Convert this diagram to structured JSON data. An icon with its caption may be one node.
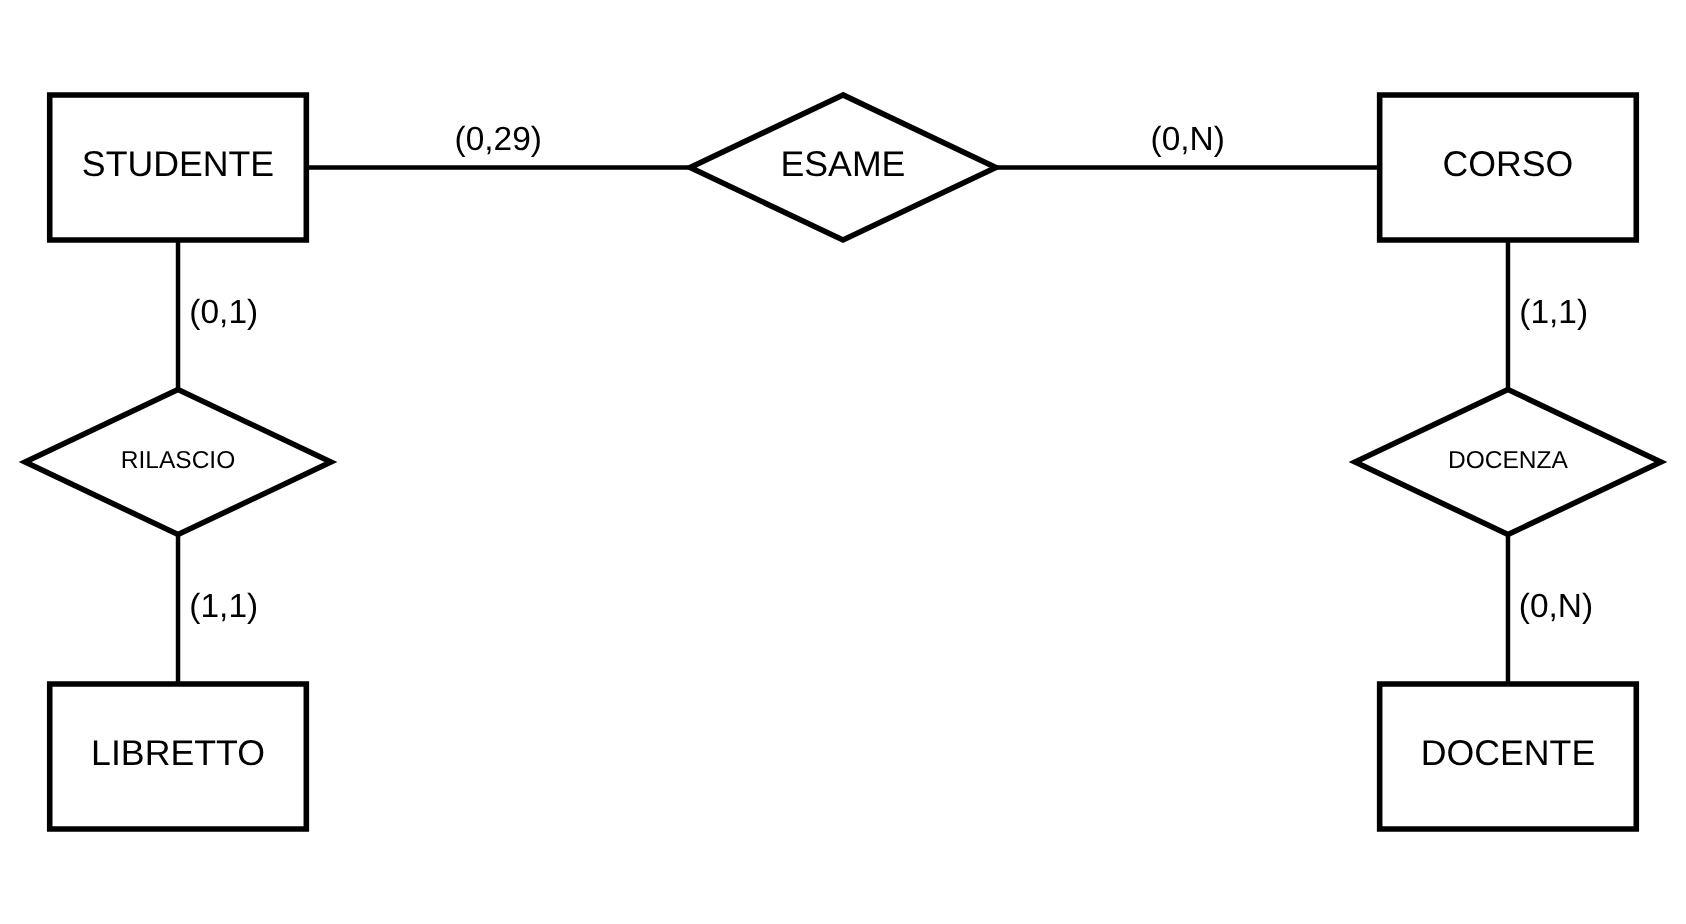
{
  "diagram": {
    "nodes": [
      {
        "text": [
          "STUDENTE"
        ]
      },
      {
        "text": [
          "ESAME"
        ]
      },
      {
        "text": [
          "CORSO"
        ]
      },
      {
        "text": [
          "RILASCIO"
        ]
      },
      {
        "text": [
          "DOCENZA"
        ]
      },
      {
        "text": [
          "LIBRETTO"
        ]
      },
      {
        "text": [
          "DOCENTE"
        ]
      }
    ],
    "edges": [
      {
        "from": 0,
        "to": 1,
        "arrow": "none",
        "label": "(0,29)"
      },
      {
        "from": 1,
        "to": 2,
        "arrow": "none",
        "label": "(0,N)"
      },
      {
        "from": 0,
        "to": 3,
        "arrow": "none",
        "label": "(0,1)"
      },
      {
        "from": 3,
        "to": 5,
        "arrow": "none",
        "label": "(1,1)"
      },
      {
        "from": 2,
        "to": 4,
        "arrow": "none",
        "label": "(1,1)"
      },
      {
        "from": 4,
        "to": 6,
        "arrow": "none",
        "label": "(0,N)"
      }
    ]
  }
}
